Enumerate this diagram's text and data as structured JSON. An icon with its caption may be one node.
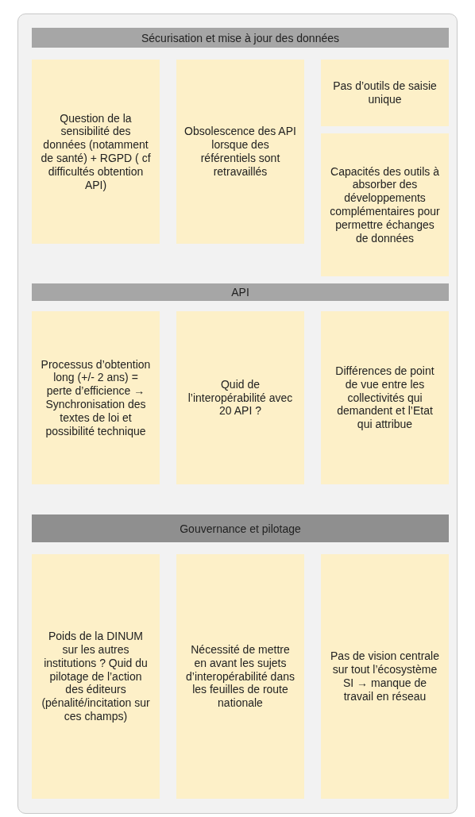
{
  "diagram": {
    "nodes": [
      {
        "text": [
          "Sécurisation et mise à jour des données"
        ]
      },
      {
        "text": [
          "Question de la sensibilité des données (notamment de santé) + RGPD ( cf difficultés obtention API)"
        ]
      },
      {
        "text": [
          "Obsolescence des API lorsque des référentiels sont retravaillés"
        ]
      },
      {
        "text": [
          "Pas d’outils de saisie unique"
        ]
      },
      {
        "text": [
          "Capacités des outils à absorber des développements complémentaires pour permettre échanges de données"
        ]
      },
      {
        "text": [
          "API"
        ]
      },
      {
        "text": [
          "Processus d’obtention long (+/- 2 ans) = perte d’efficience → Synchronisation des textes de loi et possibilité technique"
        ]
      },
      {
        "text": [
          "Quid de l’interopérabilité avec 20 API ?"
        ]
      },
      {
        "text": [
          "Différences de point de vue entre les collectivités qui demandent et l’Etat qui attribue"
        ]
      },
      {
        "text": [
          "Gouvernance et pilotage"
        ]
      },
      {
        "text": [
          "Poids de la DINUM sur les autres institutions ? Quid du pilotage de l’action des éditeurs (pénalité/incitation sur ces champs)"
        ]
      },
      {
        "text": [
          "Nécessité de mettre en avant les sujets d’interopérabilité dans les feuilles de route nationale"
        ]
      },
      {
        "text": [
          "Pas de vision centrale sur tout l’écosystème SI → manque de travail en réseau"
        ]
      }
    ]
  }
}
